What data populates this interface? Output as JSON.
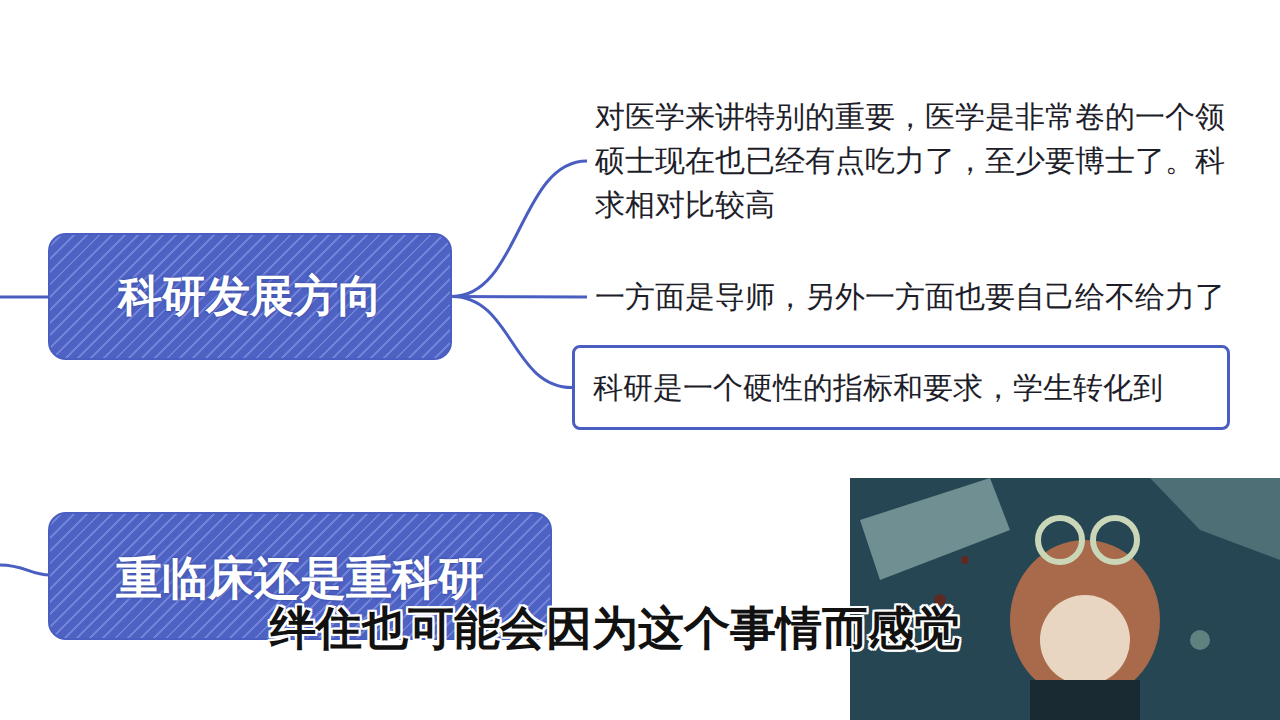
{
  "diagram": {
    "nodes": [
      {
        "text": [
          "科研发展方向"
        ]
      },
      {
        "text": [
          "对医学来讲特别的重要，医学是非常卷的一个领 硕士现在也已经有点吃力了，至少要博士了。科 求相对比较高"
        ]
      },
      {
        "text": [
          "一方面是导师，另外一方面也要自己给不给力了"
        ]
      },
      {
        "text": [
          "科研是一个硬性的指标和要求，学生转化到"
        ]
      },
      {
        "text": [
          "重临床还是重科研"
        ]
      }
    ],
    "edges": [
      {
        "from": 0,
        "to": 1,
        "arrow": "none"
      },
      {
        "from": 0,
        "to": 2,
        "arrow": "none"
      },
      {
        "from": 0,
        "to": 3,
        "arrow": "none"
      }
    ],
    "labels": [
      "绊住也可能会因为这个事情而感觉"
    ]
  }
}
